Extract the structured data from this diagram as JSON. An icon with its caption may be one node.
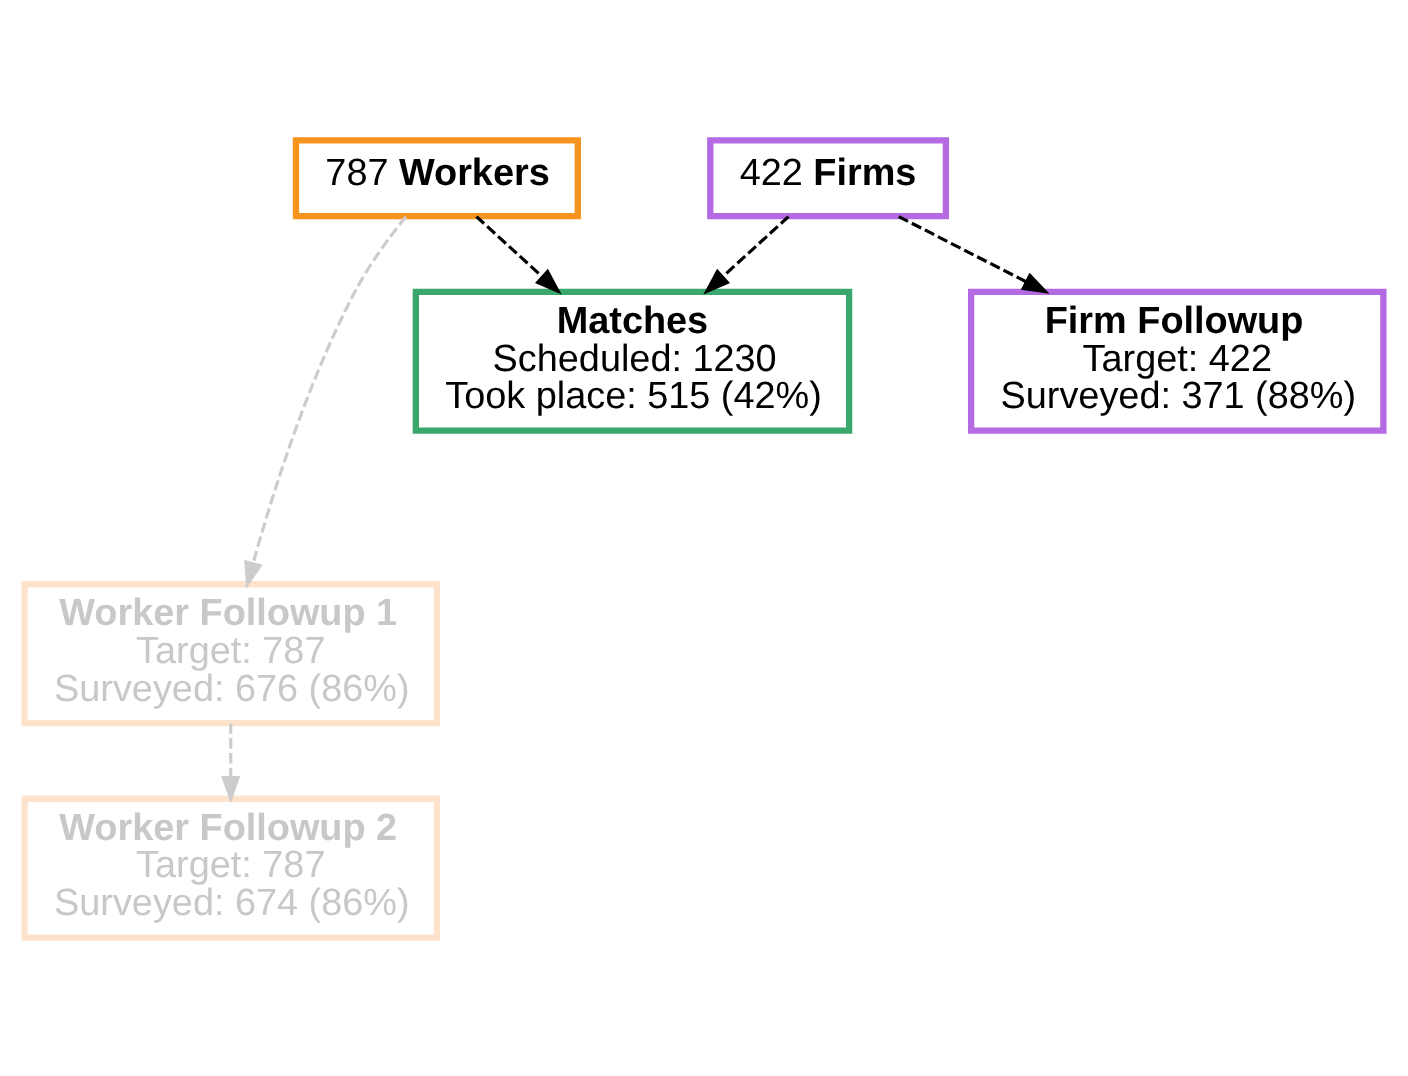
{
  "diagram": {
    "nodes": [
      {
        "text": [
          "787 **Workers**"
        ]
      },
      {
        "text": [
          "422 **Firms**"
        ]
      },
      {
        "text": [
          "Matches",
          "Scheduled: 1230",
          "Took place: 515 (42%)"
        ]
      },
      {
        "text": [
          "Firm Followup",
          "Target: 422",
          "Surveyed: 371 (88%)"
        ]
      },
      {
        "text": [
          "Worker Followup 1",
          "Target: 787",
          "Surveyed: 676 (86%)"
        ]
      },
      {
        "text": [
          "Worker Followup 2",
          "Target: 787",
          "Surveyed: 674 (86%)"
        ]
      }
    ],
    "edges": [
      {
        "from": 0,
        "to": 2,
        "arrow": "to",
        "style": "dashed"
      },
      {
        "from": 1,
        "to": 2,
        "arrow": "to",
        "style": "dashed"
      },
      {
        "from": 1,
        "to": 3,
        "arrow": "to",
        "style": "dashed"
      },
      {
        "from": 0,
        "to": 4,
        "arrow": "to",
        "style": "dashed",
        "color": "#cccccc"
      },
      {
        "from": 4,
        "to": 5,
        "arrow": "to",
        "style": "dashed",
        "color": "#cccccc"
      }
    ]
  }
}
